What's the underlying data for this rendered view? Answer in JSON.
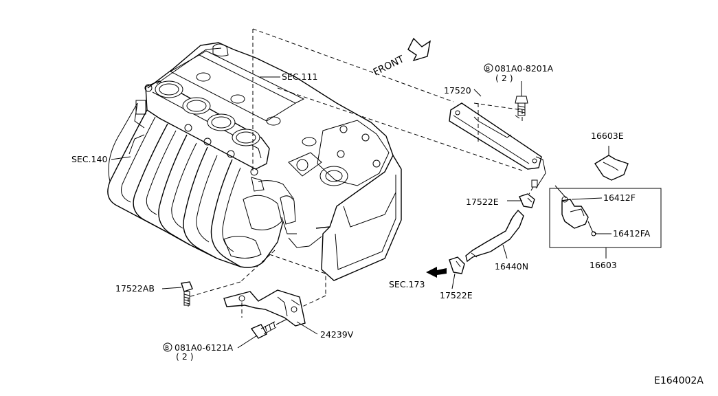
{
  "labels": {
    "sec111": "SEC.111",
    "sec140": "SEC.140",
    "sec173": "SEC.173",
    "front": "FRONT",
    "p17520": "17520",
    "bolt_top": "081A0-8201A",
    "bolt_top_qty": "( 2 )",
    "bolt_bottom": "081A0-6121A",
    "bolt_bottom_qty": "( 2 )",
    "bolt_symbol": "B",
    "p16603E": "16603E",
    "p16412F": "16412F",
    "p16412FA": "16412FA",
    "p16603": "16603",
    "p17522E_upper": "17522E",
    "p17522E_lower": "17522E",
    "p16440N": "16440N",
    "p17522AB": "17522AB",
    "p24239V": "24239V",
    "diagram_code": "E164002A"
  }
}
